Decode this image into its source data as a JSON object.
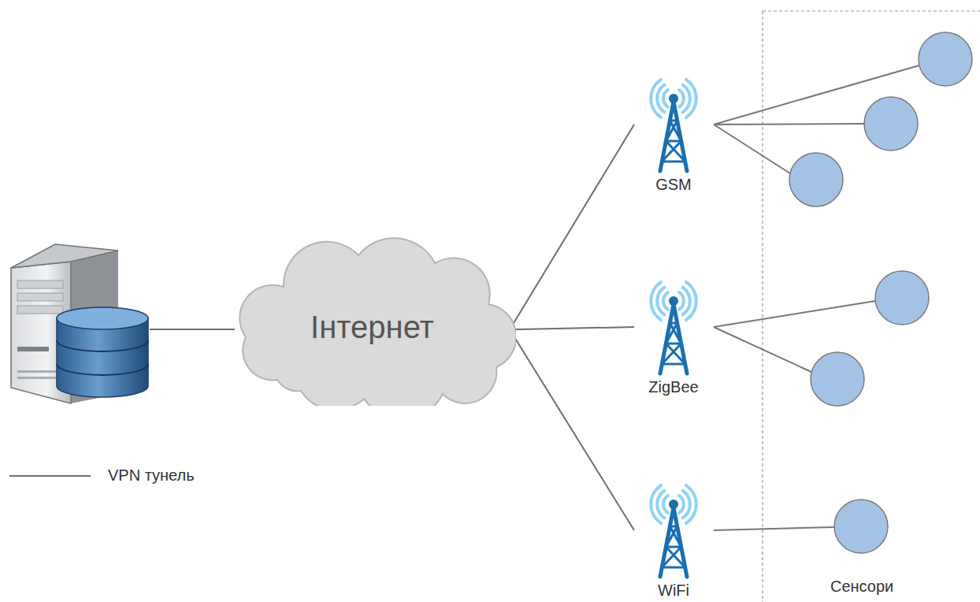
{
  "diagram": {
    "nodes": [
      {
        "text": [
          "Інтернет"
        ]
      },
      {
        "text": [
          "GSM"
        ]
      },
      {
        "text": [
          "ZigBee"
        ]
      },
      {
        "text": [
          "WiFi"
        ]
      }
    ],
    "edges": [
      {
        "from": 0,
        "to": 1,
        "arrow": "none"
      },
      {
        "from": 0,
        "to": 2,
        "arrow": "none"
      },
      {
        "from": 0,
        "to": 3,
        "arrow": "none"
      }
    ],
    "labels": [
      "Сенсори"
    ],
    "legend": [
      {
        "text": "VPN тунель"
      }
    ]
  }
}
